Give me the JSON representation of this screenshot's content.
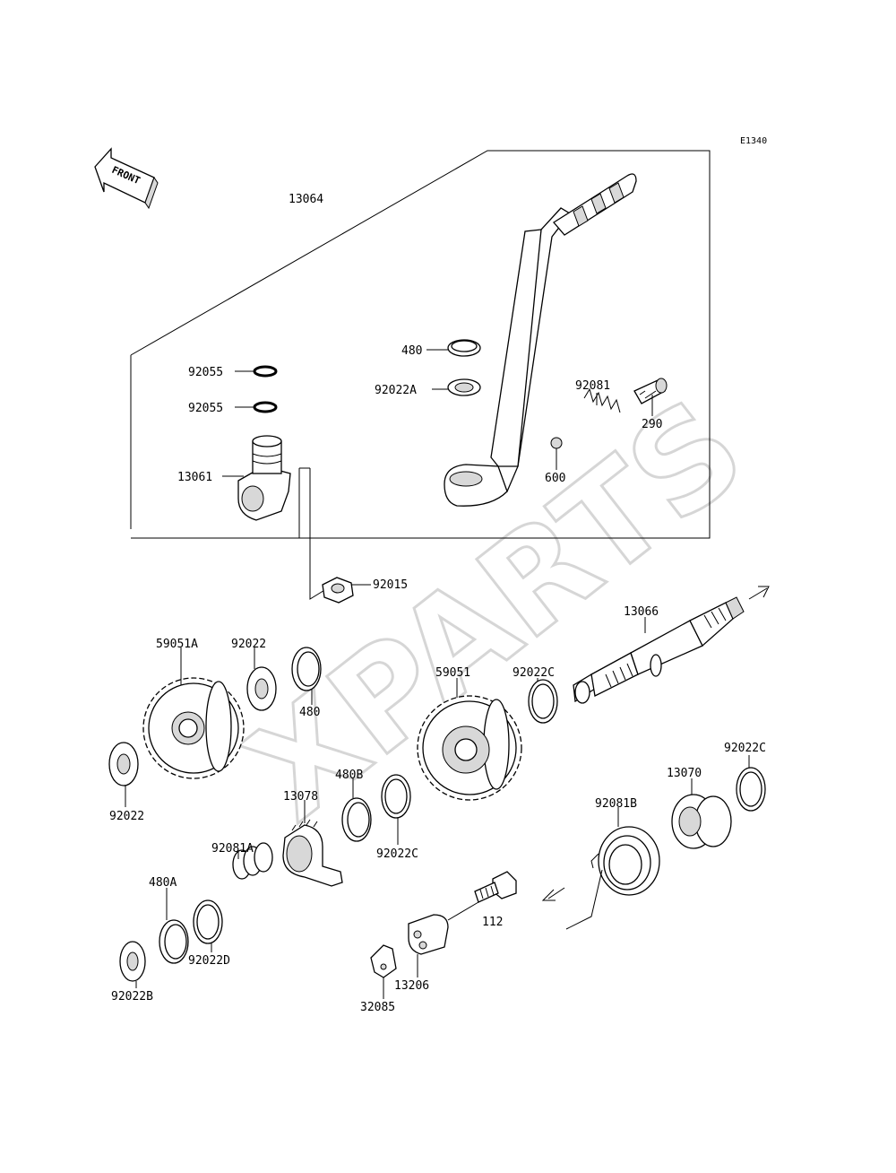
{
  "diagram_code": "E1340",
  "direction_label": "FRONT",
  "watermark": "XPARTS",
  "parts": {
    "p13064": "13064",
    "p480": "480",
    "p92022A": "92022A",
    "p92081": "92081",
    "p290": "290",
    "p600": "600",
    "p92055a": "92055",
    "p92055b": "92055",
    "p13061": "13061",
    "p92015": "92015",
    "p13066": "13066",
    "p59051A": "59051A",
    "p92022top": "92022",
    "p480mid": "480",
    "p59051": "59051",
    "p92022C_top": "92022C",
    "p92022C_right": "92022C",
    "p92022left": "92022",
    "p480B": "480B",
    "p13078": "13078",
    "p13070": "13070",
    "p92081B": "92081B",
    "p92081A": "92081A",
    "p92022C_mid": "92022C",
    "p480A": "480A",
    "p92022D": "92022D",
    "p112": "112",
    "p92022B": "92022B",
    "p13206": "13206",
    "p32085": "32085"
  }
}
